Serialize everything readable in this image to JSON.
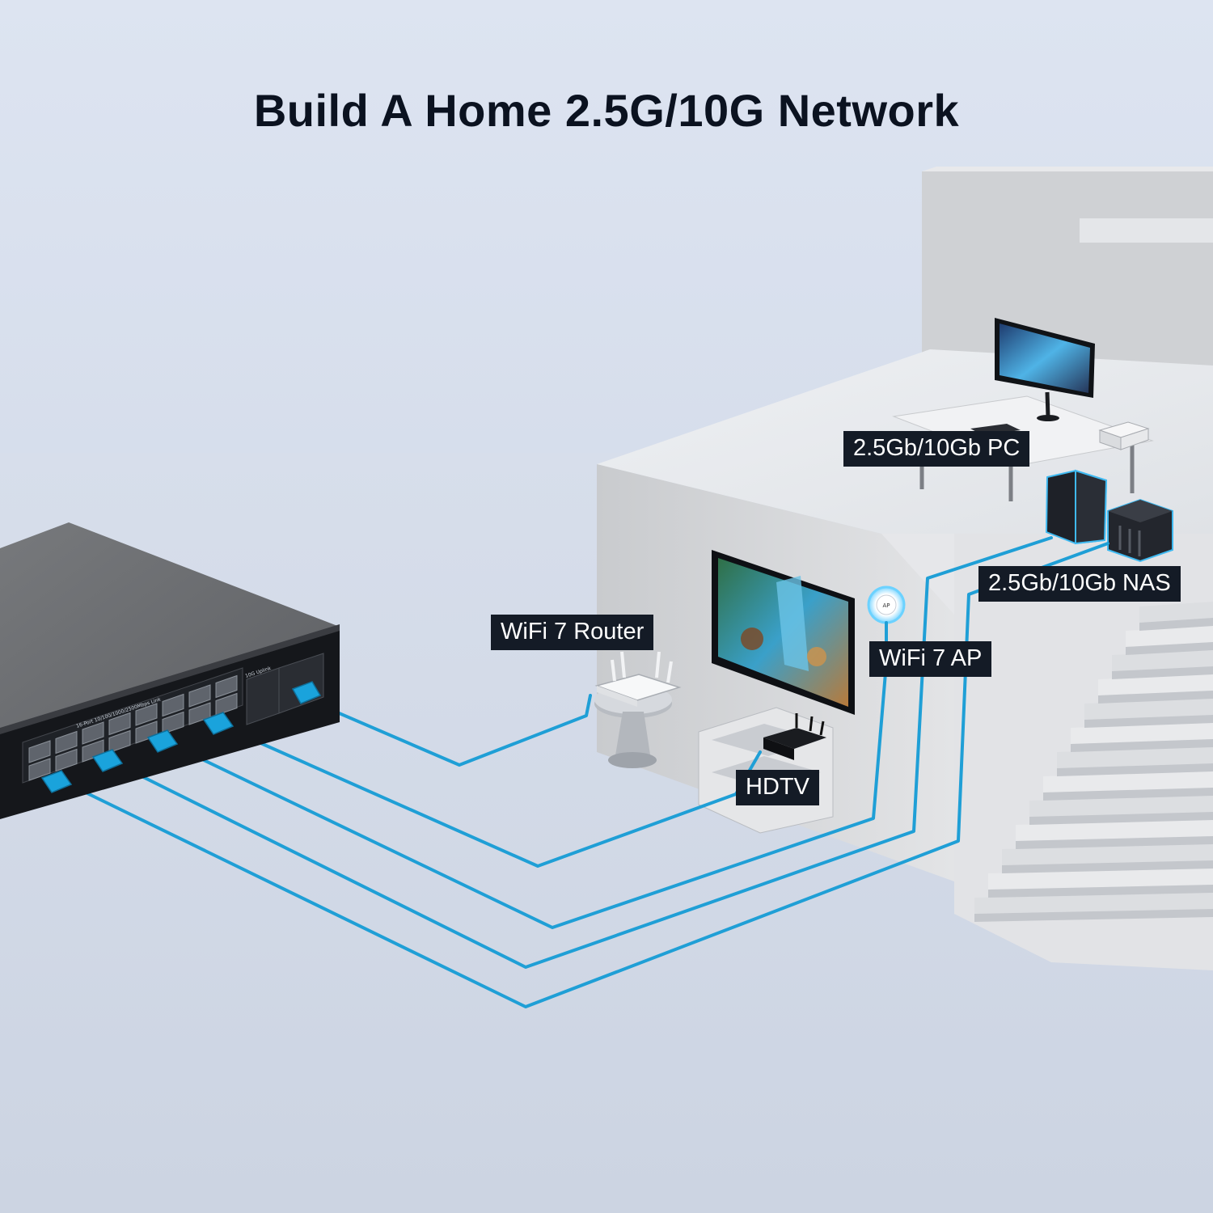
{
  "headline": "Build A Home 2.5G/10G Network",
  "callouts": {
    "pc": "2.5Gb/10Gb PC",
    "nas": "2.5Gb/10Gb NAS",
    "router": "WiFi 7 Router",
    "ap": "WiFi 7 AP",
    "hdtv": "HDTV"
  },
  "switch_panel": {
    "caption": "16-Port 10/100/1000/2500Mbps Link",
    "uplink_caption": "10G Uplink",
    "ap_badge": "AP"
  },
  "colors": {
    "cable": "#1f9fd6",
    "port_plug": "#1aa3dc",
    "callout_bg": "#141b26",
    "headline": "#0b1220"
  }
}
